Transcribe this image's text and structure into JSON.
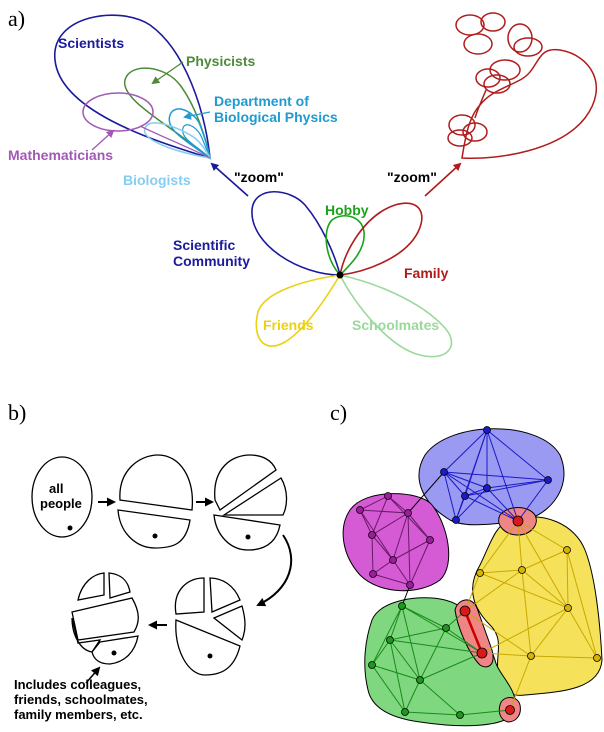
{
  "panels": {
    "a": "a)",
    "b": "b)",
    "c": "c)"
  },
  "panel_a": {
    "scientists": "Scientists",
    "physicists": "Physicists",
    "dept_line1": "Department of",
    "dept_line2": "Biological Physics",
    "mathematicians": "Mathematicians",
    "biologists": "Biologists",
    "zoom_left": "\"zoom\"",
    "zoom_right": "\"zoom\"",
    "hobby": "Hobby",
    "scientific_line1": "Scientific",
    "scientific_line2": "Community",
    "family": "Family",
    "friends": "Friends",
    "schoolmates": "Schoolmates"
  },
  "panel_b": {
    "all_line1": "all",
    "all_line2": "people",
    "caption_line1": "Includes colleagues,",
    "caption_line2": "friends, schoolmates,",
    "caption_line3": "family members, etc."
  },
  "colors": {
    "scientists": "#1a1a9c",
    "physicists": "#4e8a3a",
    "department": "#1f9bd1",
    "mathematicians": "#a05ab4",
    "biologists": "#87cdf0",
    "hobby": "#1aa31a",
    "family": "#b01c1c",
    "friends": "#ead212",
    "schoolmates": "#9bd99b",
    "blue_community": "#7a7af0",
    "magenta_community": "#d35cd3",
    "green_community": "#74d474",
    "yellow_community": "#f5e050",
    "overlap": "#f08080"
  }
}
